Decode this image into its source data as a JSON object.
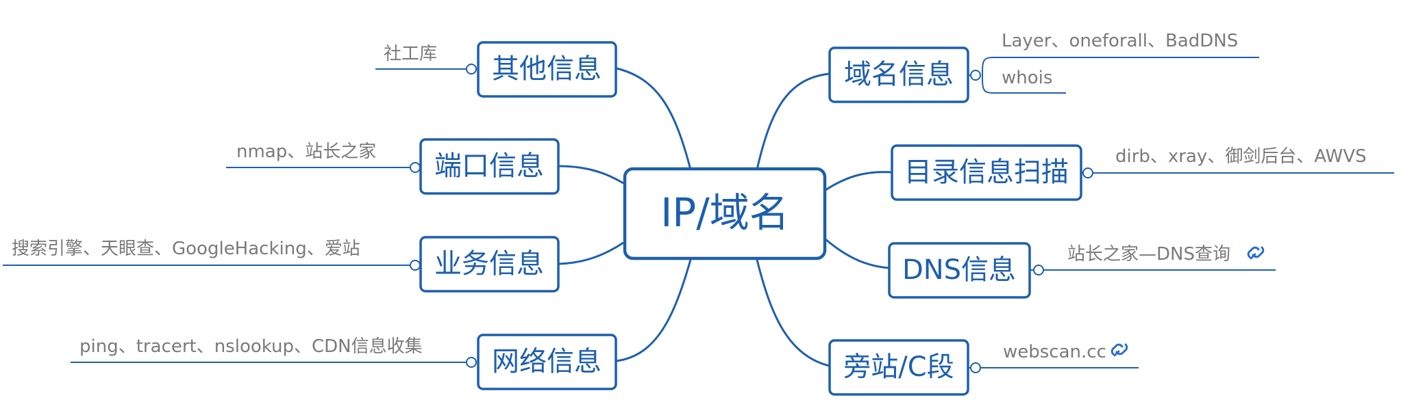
{
  "center": {
    "label": "IP/域名"
  },
  "nodes": {
    "qita": {
      "label": "其他信息",
      "leaves": [
        "社工库"
      ]
    },
    "duankou": {
      "label": "端口信息",
      "leaves": [
        "nmap、站长之家"
      ]
    },
    "yewu": {
      "label": "业务信息",
      "leaves": [
        "搜索引擎、天眼查、GoogleHacking、爱站"
      ]
    },
    "wangluo": {
      "label": "网络信息",
      "leaves": [
        "ping、tracert、nslookup、CDN信息收集"
      ]
    },
    "yuming": {
      "label": "域名信息",
      "leaves": [
        "Layer、oneforall、BadDNS",
        "whois"
      ]
    },
    "mulu": {
      "label": "目录信息扫描",
      "leaves": [
        "dirb、xray、御剑后台、AWVS"
      ]
    },
    "dns": {
      "label": "DNS信息",
      "leaves": [
        "站长之家—DNS查询"
      ],
      "leaf_icon": "link-icon"
    },
    "pangzhan": {
      "label": "旁站/C段",
      "leaves": [
        "webscan.cc"
      ],
      "leaf_icon": "link-icon"
    }
  },
  "colors": {
    "primary": "#1d5fae",
    "leaf_text": "#7a7a7a",
    "background": "#ffffff"
  }
}
